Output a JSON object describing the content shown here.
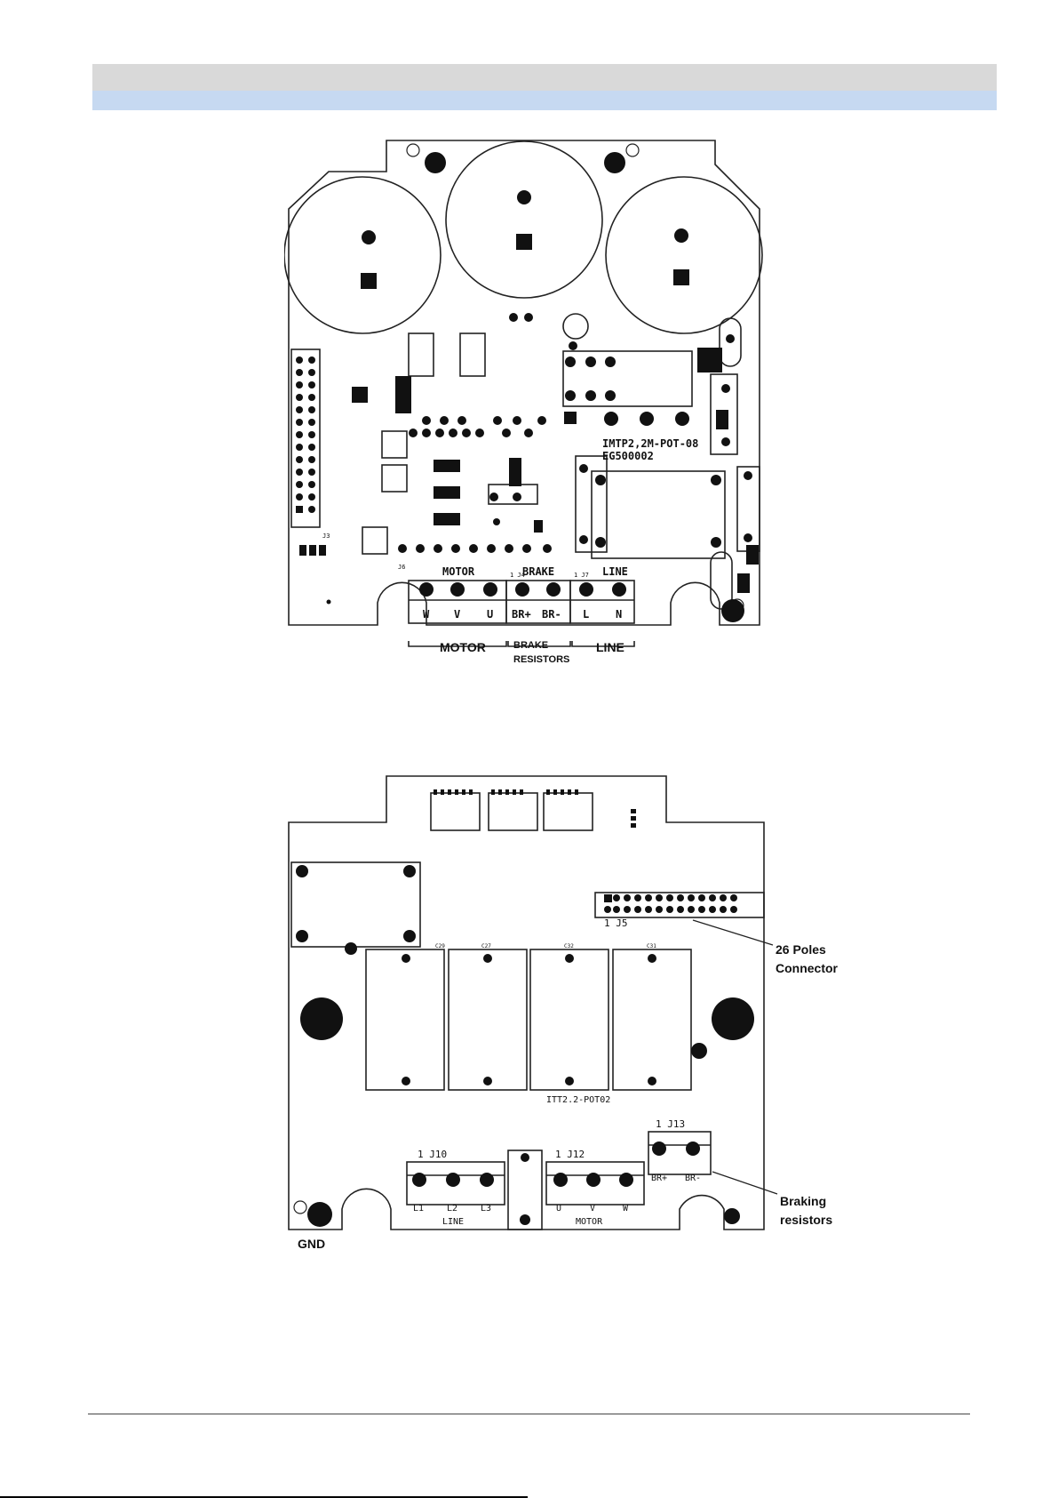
{
  "top_board": {
    "id_line1": "IMTP2,2M-POT-08",
    "id_line2": "EG500002",
    "silk_motor": "MOTOR",
    "silk_brake": "BRAKE",
    "silk_line": "LINE",
    "pins_motor": [
      "W",
      "V",
      "U"
    ],
    "pins_brake": [
      "BR+",
      "BR-"
    ],
    "pins_line": [
      "L",
      "N"
    ],
    "conn_j6": "J6",
    "conn_j4": "1 J4",
    "conn_j7": "1 J7",
    "conn_j3": "J3",
    "labels": {
      "motor": "MOTOR",
      "brake_1": "BRAKE",
      "brake_2": "RESISTORS",
      "line": "LINE"
    }
  },
  "bottom_board": {
    "id": "ITT2.2-POT02",
    "j5": "1 J5",
    "j10": "1 J10",
    "j12": "1 J12",
    "j13": "1 J13",
    "pins_line": [
      "L1",
      "L2",
      "L3"
    ],
    "pins_motor": [
      "U",
      "V",
      "W"
    ],
    "pins_brake": [
      "BR+",
      "BR-"
    ],
    "silk_line": "LINE",
    "silk_motor": "MOTOR",
    "caps": [
      "C29",
      "C27",
      "C32",
      "C31"
    ],
    "callouts": {
      "connector_1": "26 Poles",
      "connector_2": "Connector",
      "braking_1": "Braking",
      "braking_2": "resistors",
      "gnd": "GND"
    }
  }
}
